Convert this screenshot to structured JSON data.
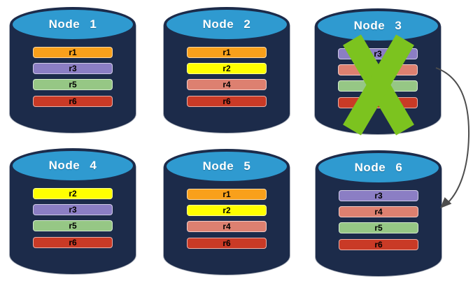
{
  "diagram": {
    "type": "database-replication-failover",
    "description_visible_elements": "six database node cylinders with replica bars, failed node crossed out, arrow from failed node to replacement node"
  },
  "nodes": [
    {
      "title": "Node 1",
      "status": "active",
      "replicas": [
        {
          "label": "r1",
          "color": "#F9A01B"
        },
        {
          "label": "r3",
          "color": "#8B7EC4"
        },
        {
          "label": "r5",
          "color": "#96C785"
        },
        {
          "label": "r6",
          "color": "#C93A26"
        }
      ]
    },
    {
      "title": "Node 2",
      "status": "active",
      "replicas": [
        {
          "label": "r1",
          "color": "#F9A01B"
        },
        {
          "label": "r2",
          "color": "#FFFF00"
        },
        {
          "label": "r4",
          "color": "#DD8070"
        },
        {
          "label": "r6",
          "color": "#C93A26"
        }
      ]
    },
    {
      "title": "Node 3",
      "status": "failed",
      "replicas": [
        {
          "label": "r3",
          "color": "#8B7EC4"
        },
        {
          "label": "r4",
          "color": "#DD8070"
        },
        {
          "label": "r5",
          "color": "#96C785"
        },
        {
          "label": "r6",
          "color": "#C93A26"
        }
      ]
    },
    {
      "title": "Node 4",
      "status": "active",
      "replicas": [
        {
          "label": "r2",
          "color": "#FFFF00"
        },
        {
          "label": "r3",
          "color": "#8B7EC4"
        },
        {
          "label": "r5",
          "color": "#96C785"
        },
        {
          "label": "r6",
          "color": "#C93A26"
        }
      ]
    },
    {
      "title": "Node 5",
      "status": "active",
      "replicas": [
        {
          "label": "r1",
          "color": "#F9A01B"
        },
        {
          "label": "r2",
          "color": "#FFFF00"
        },
        {
          "label": "r4",
          "color": "#DD8070"
        },
        {
          "label": "r6",
          "color": "#C93A26"
        }
      ]
    },
    {
      "title": "Node 6",
      "status": "active",
      "replicas": [
        {
          "label": "r3",
          "color": "#8B7EC4"
        },
        {
          "label": "r4",
          "color": "#DD8070"
        },
        {
          "label": "r5",
          "color": "#96C785"
        },
        {
          "label": "r6",
          "color": "#C93A26"
        }
      ]
    }
  ],
  "arrow": {
    "from": "Node 3",
    "to": "Node 6"
  },
  "theme": {
    "background": "#FFFFFF",
    "cylinder_body": "#1C2B4A",
    "cylinder_top": "#2F9AD0",
    "failure_x": "#7CC31F",
    "arrow": "#4D4D4D"
  }
}
